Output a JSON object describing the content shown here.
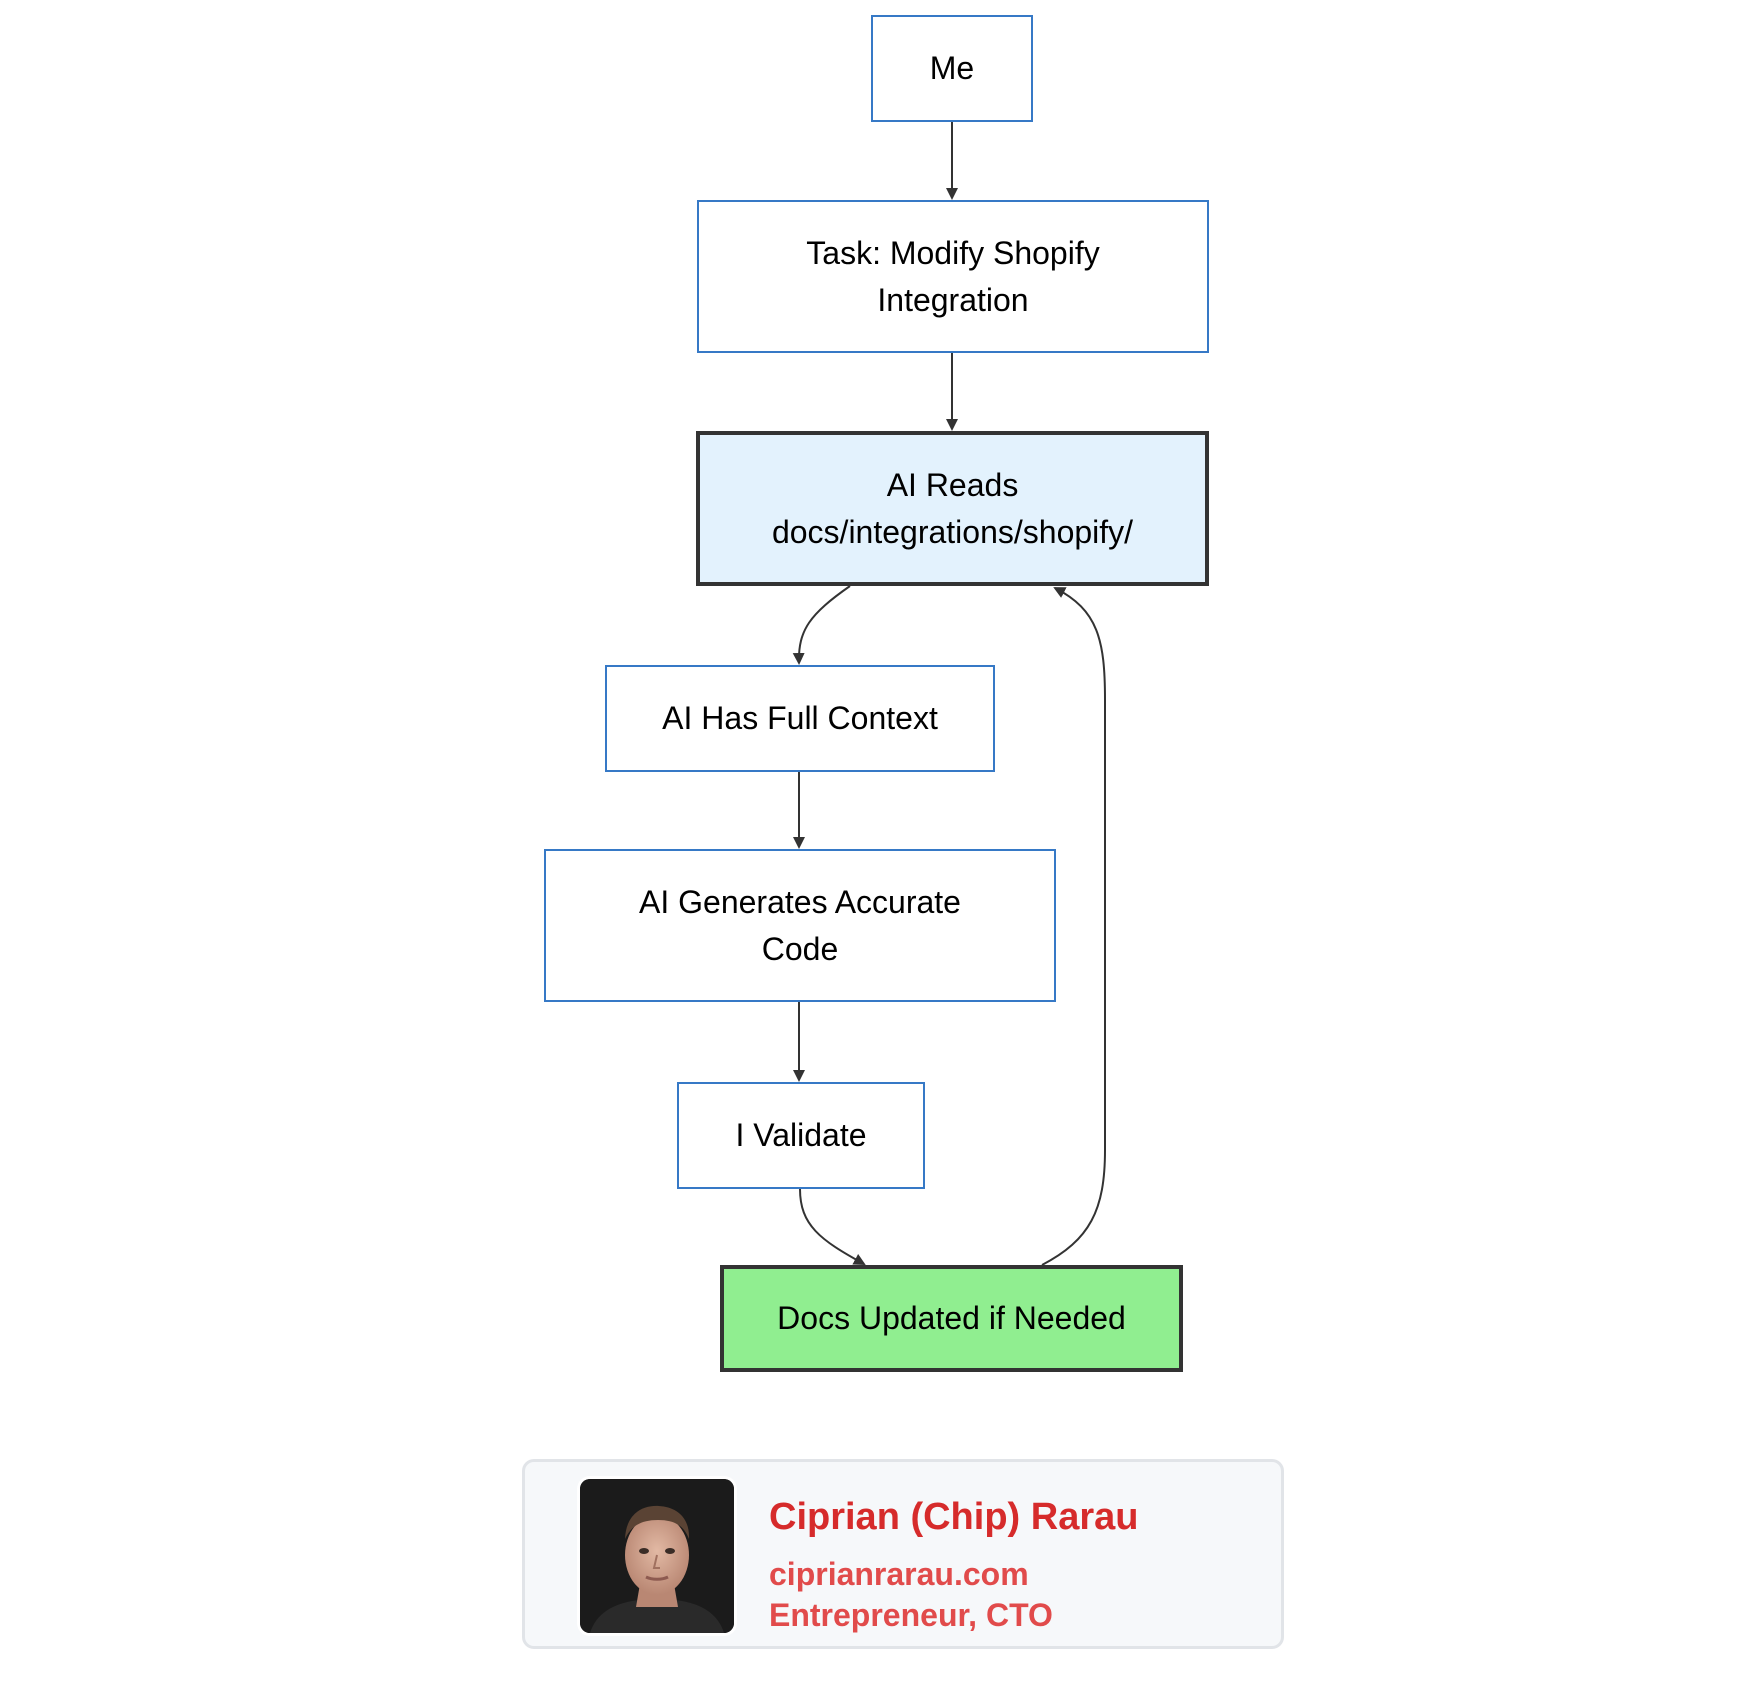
{
  "nodes": {
    "me": {
      "label": "Me"
    },
    "task": {
      "line1": "Task: Modify Shopify",
      "line2": "Integration"
    },
    "reads": {
      "line1": "AI Reads",
      "line2": "docs/integrations/shopify/"
    },
    "context": {
      "label": "AI Has Full Context"
    },
    "generates": {
      "line1": "AI Generates Accurate",
      "line2": "Code"
    },
    "validate": {
      "label": "I Validate"
    },
    "docs": {
      "label": "Docs Updated if Needed"
    }
  },
  "edges": [
    {
      "from": "me",
      "to": "task"
    },
    {
      "from": "task",
      "to": "reads"
    },
    {
      "from": "reads",
      "to": "context"
    },
    {
      "from": "context",
      "to": "generates"
    },
    {
      "from": "generates",
      "to": "validate"
    },
    {
      "from": "validate",
      "to": "docs"
    },
    {
      "from": "docs",
      "to": "reads"
    }
  ],
  "colors": {
    "node_border": "#3679c6",
    "highlight_border": "#333333",
    "reads_fill": "#e3f2fd",
    "docs_fill": "#90ee90",
    "edge": "#333333",
    "author_name": "#d62b2b",
    "author_meta": "#e14b4b"
  },
  "author": {
    "name": "Ciprian (Chip) Rarau",
    "website": "ciprianrarau.com",
    "role": "Entrepreneur, CTO",
    "avatar_icon": "person-portrait-photo"
  }
}
